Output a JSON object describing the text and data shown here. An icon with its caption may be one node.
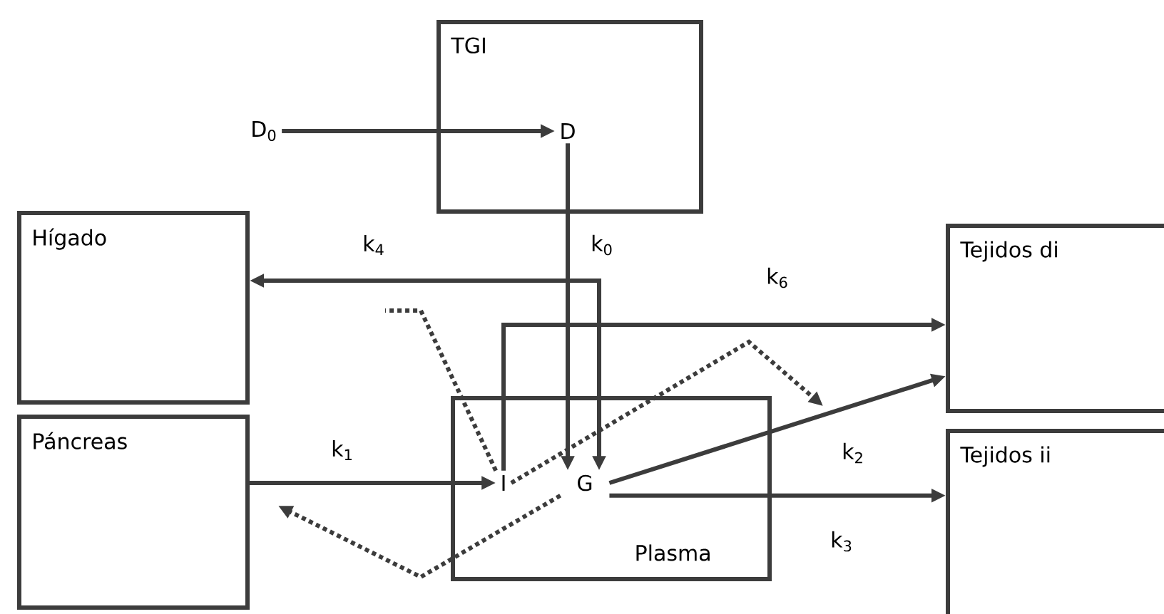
{
  "diagram": {
    "nodes": [
      {
        "text": [
          "TGI"
        ]
      },
      {
        "text": [
          "D"
        ],
        "in": 0
      },
      {
        "text": [
          "D$_{0}$"
        ]
      },
      {
        "text": [
          "Hígado"
        ]
      },
      {
        "text": [
          "Tejidos di"
        ]
      },
      {
        "text": [
          "Páncreas"
        ]
      },
      {
        "text": [
          "Plasma"
        ]
      },
      {
        "text": [
          "I"
        ],
        "in": 6
      },
      {
        "text": [
          "G"
        ],
        "in": 6
      },
      {
        "text": [
          "Tejidos ii"
        ]
      }
    ],
    "edges": [
      {
        "from": 2,
        "to": 1,
        "arrow": "to"
      },
      {
        "from": 1,
        "to": 8,
        "arrow": "to",
        "label": "k$_{0}$"
      },
      {
        "from": 3,
        "to": 8,
        "arrow": "both",
        "label": "k$_{4}$"
      },
      {
        "from": 7,
        "to": 4,
        "arrow": "to",
        "label": "k$_{6}$"
      },
      {
        "from": 8,
        "to": 4,
        "arrow": "to",
        "label": "k$_{2}$"
      },
      {
        "from": 8,
        "to": 9,
        "arrow": "to",
        "label": "k$_{3}$"
      },
      {
        "from": 5,
        "to": 7,
        "arrow": "to",
        "label": "k$_{1}$"
      },
      {
        "from": 7,
        "to": null,
        "arrow": "none",
        "style": "dashed"
      },
      {
        "from": 7,
        "to": null,
        "arrow": "to",
        "style": "dashed"
      },
      {
        "from": 8,
        "to": null,
        "arrow": "to",
        "style": "dashed"
      }
    ]
  }
}
